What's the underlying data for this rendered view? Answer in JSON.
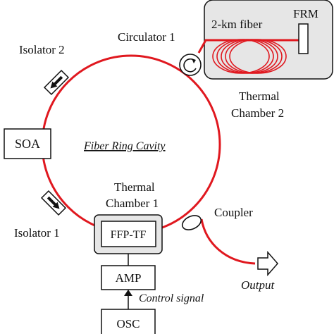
{
  "diagram": {
    "colors": {
      "fiber": "#e0181f",
      "outline": "#111111",
      "chamber_fill": "#e6e6e6",
      "box_fill": "#ffffff"
    },
    "labels": {
      "circulator": "Circulator 1",
      "fiber_spool": "2-km fiber",
      "frm": "FRM",
      "thermal_chamber_2_line1": "Thermal",
      "thermal_chamber_2_line2": "Chamber 2",
      "isolator_2": "Isolator 2",
      "soa": "SOA",
      "ring_cavity": "Fiber Ring Cavity",
      "thermal_chamber_1_line1": "Thermal",
      "thermal_chamber_1_line2": "Chamber 1",
      "coupler": "Coupler",
      "isolator_1": "Isolator 1",
      "ffp_tf": "FFP-TF",
      "amp": "AMP",
      "control_signal": "Control signal",
      "output": "Output",
      "osc": "OSC"
    },
    "icons": {
      "circulator": "circular-arrow-icon",
      "isolator": "isolator-arrow-icon",
      "output": "outline-arrow-icon"
    }
  }
}
